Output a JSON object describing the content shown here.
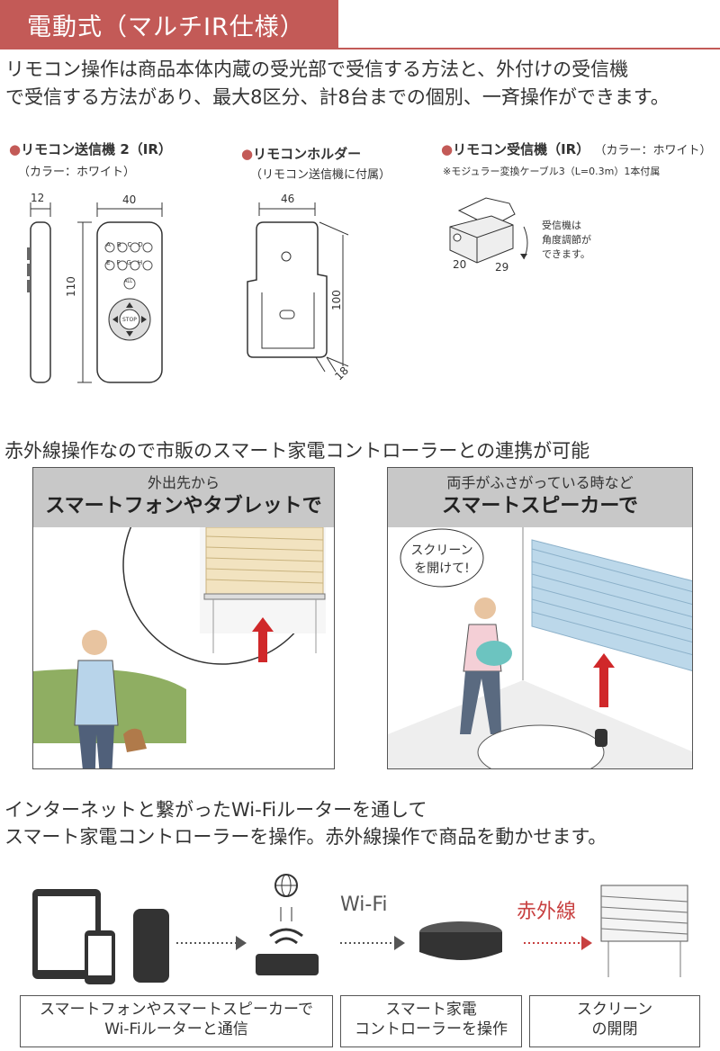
{
  "header": {
    "title": "電動式（マルチIR仕様）"
  },
  "intro": {
    "line1": "リモコン操作は商品本体内蔵の受光部で受信する方法と、外付けの受信機",
    "line2": "で受信する方法があり、最大8区分、計8台までの個別、一斉操作ができます。"
  },
  "products": {
    "remote": {
      "name": "リモコン送信機 2（IR）",
      "color": "（カラー：ホワイト）",
      "dim_w": "40",
      "dim_d": "12",
      "dim_h": "110",
      "buttons": [
        "A",
        "B",
        "C",
        "D",
        "E",
        "F",
        "G",
        "H"
      ],
      "all": "ALL",
      "stop": "STOP"
    },
    "holder": {
      "name": "リモコンホルダー",
      "note": "（リモコン送信機に付属）",
      "dim_w": "46",
      "dim_h": "100",
      "dim_d": "18"
    },
    "receiver": {
      "name": "リモコン受信機（IR）",
      "color": "（カラー：ホワイト）",
      "note": "※モジュラー変換ケーブル3（L=0.3m）1本付属",
      "dim_a": "20",
      "dim_b": "29",
      "angle_note": [
        "受信機は",
        "角度調節が",
        "できます。"
      ]
    }
  },
  "smart": {
    "heading": "赤外線操作なので市販のスマート家電コントローラーとの連携が可能",
    "panels": [
      {
        "line1": "外出先から",
        "line2": "スマートフォンやタブレットで"
      },
      {
        "line1": "両手がふさがっている時など",
        "line2": "スマートスピーカーで",
        "bubble": [
          "スクリーン",
          "を開けて!"
        ]
      }
    ]
  },
  "flow": {
    "text_line1": "インターネットと繋がったWi-Fiルーターを通して",
    "text_line2": "スマート家電コントローラーを操作。赤外線操作で商品を動かせます。",
    "wifi_label": "Wi-Fi",
    "ir_label": "赤外線",
    "captions": [
      {
        "line1": "スマートフォンやスマートスピーカーで",
        "line2": "Wi-Fiルーターと通信"
      },
      {
        "line1": "スマート家電",
        "line2": "コントローラーを操作"
      },
      {
        "line1": "スクリーン",
        "line2": "の開閉"
      }
    ]
  },
  "colors": {
    "accent": "#c35a57",
    "panel_gray": "#c8c8c8",
    "shade_beige": "#f2e3c0",
    "shade_blue": "#bcd8ea",
    "arrow_red": "#d0282a"
  }
}
